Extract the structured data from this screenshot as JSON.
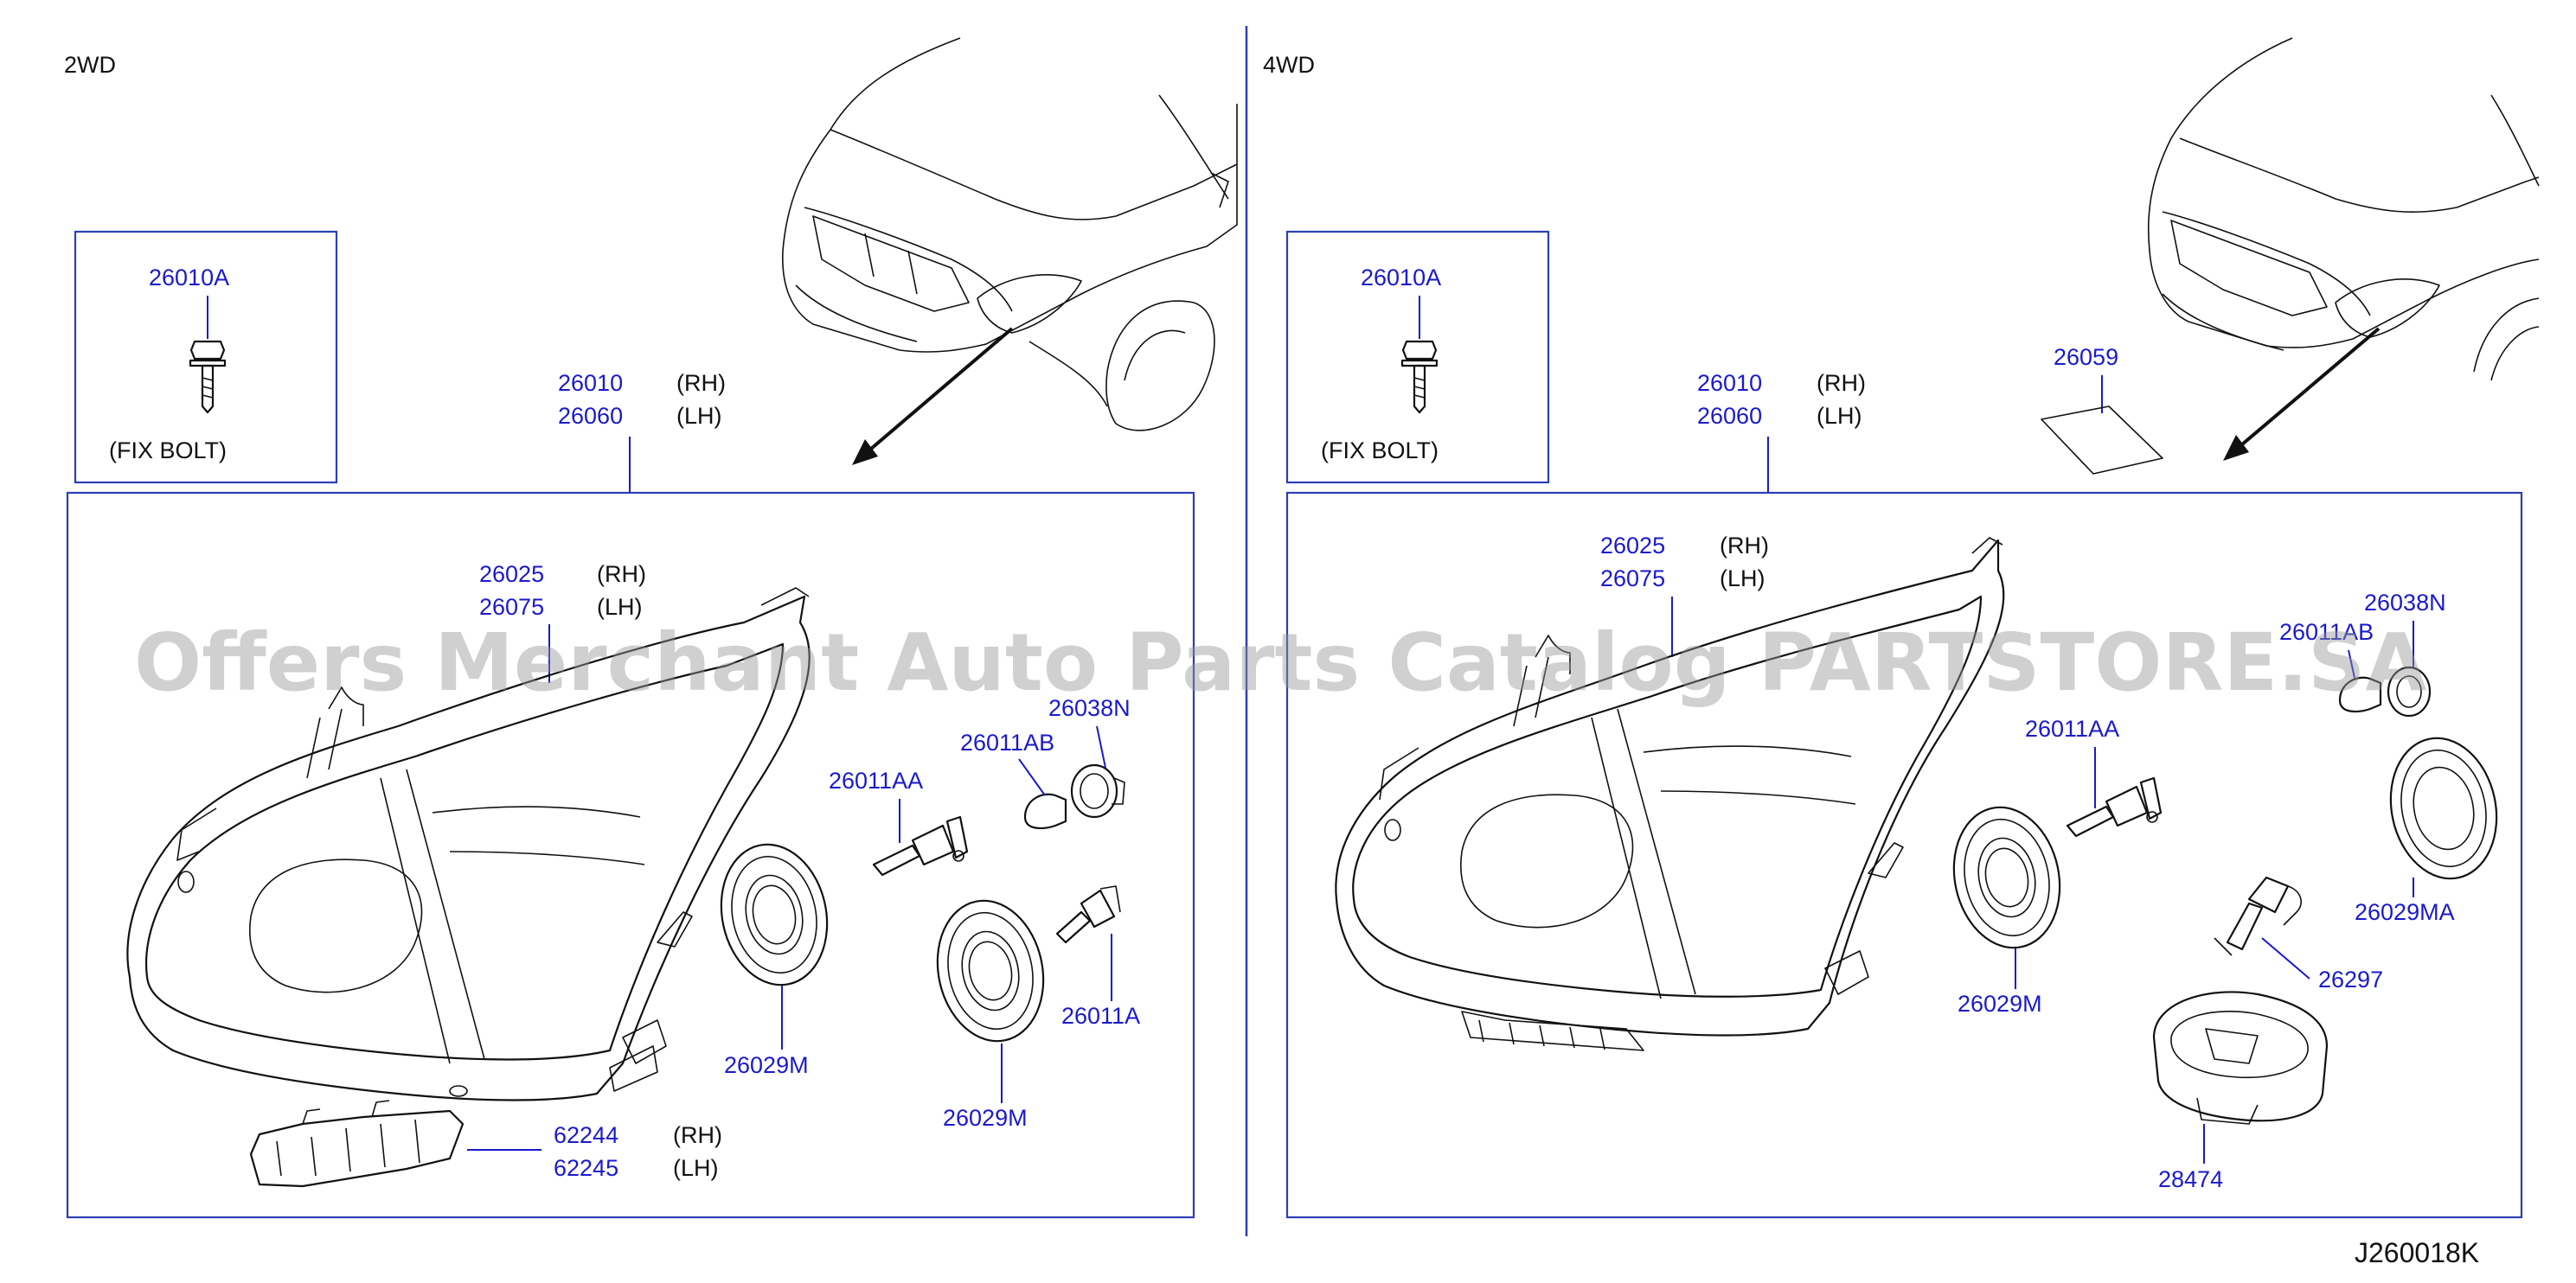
{
  "left_panel": {
    "header": "2WD",
    "fix_bolt": {
      "part": "26010A",
      "label": "(FIX   BOLT)"
    },
    "assembly": {
      "rh_part": "26010",
      "rh_side": "(RH)",
      "lh_part": "26060",
      "lh_side": "(LH)"
    },
    "housing": {
      "rh_part": "26025",
      "rh_side": "(RH)",
      "lh_part": "26075",
      "lh_side": "(LH)"
    },
    "parts": {
      "p26038N": "26038N",
      "p26011AB": "26011AB",
      "p26011AA": "26011AA",
      "p26011A": "26011A",
      "p26029M_a": "26029M",
      "p26029M_b": "26029M"
    },
    "bracket": {
      "rh_part": "62244",
      "rh_side": "(RH)",
      "lh_part": "62245",
      "lh_side": "(LH)"
    }
  },
  "right_panel": {
    "header": "4WD",
    "fix_bolt": {
      "part": "26010A",
      "label": "(FIX   BOLT)"
    },
    "label_part": "26059",
    "assembly": {
      "rh_part": "26010",
      "rh_side": "(RH)",
      "lh_part": "26060",
      "lh_side": "(LH)"
    },
    "housing": {
      "rh_part": "26025",
      "rh_side": "(RH)",
      "lh_part": "26075",
      "lh_side": "(LH)"
    },
    "parts": {
      "p26038N": "26038N",
      "p26011AB_partial": "26011AB",
      "p26011AA": "26011AA",
      "p26029MA": "26029MA",
      "p26297": "26297",
      "p26029M": "26029M",
      "p28474": "28474"
    }
  },
  "watermark": "Offers Merchant Auto Parts Catalog PARTSTORE.SA",
  "diagram_code": "J260018K",
  "colors": {
    "part_number": "#1a1acc",
    "box": "#2b3fb3",
    "line": "#111111"
  }
}
